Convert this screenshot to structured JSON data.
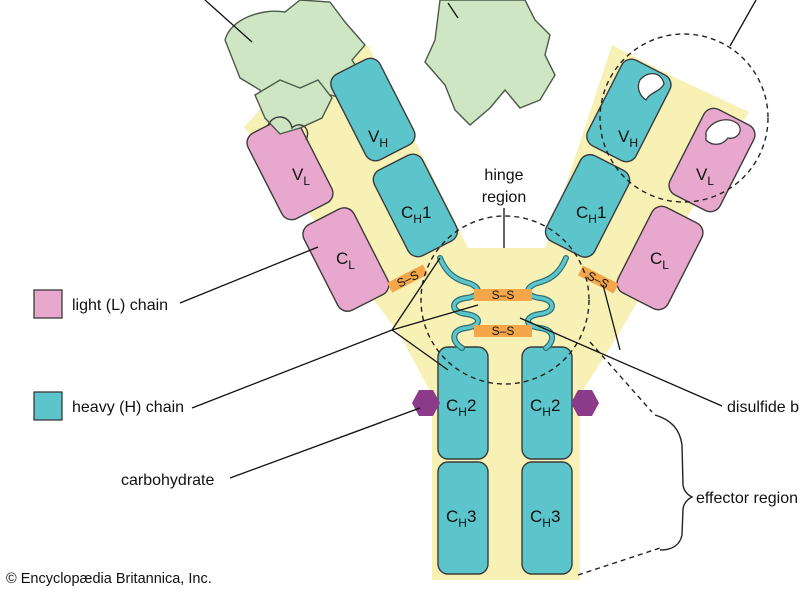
{
  "legend": {
    "light_chain": "light (L) chain",
    "heavy_chain": "heavy (H) chain",
    "carbohydrate": "carbohydrate"
  },
  "callouts": {
    "hinge_line1": "hinge",
    "hinge_line2": "region",
    "disulfide": "disulfide b",
    "effector": "effector region"
  },
  "domains": {
    "VH_main": "V",
    "VH_sub": "H",
    "VL_main": "V",
    "VL_sub": "L",
    "CL_main": "C",
    "CL_sub": "L",
    "CH1_main": "C",
    "CH1_sub": "H",
    "CH1_num": "1",
    "CH2_main": "C",
    "CH2_sub": "H",
    "CH2_num": "2",
    "CH3_main": "C",
    "CH3_sub": "H",
    "CH3_num": "3"
  },
  "bond_label": "S–S",
  "credit": "© Encyclopædia Britannica, Inc.",
  "colors": {
    "background_shape": "#f8f1b6",
    "light_chain": "#e8a7cc",
    "heavy_chain": "#5cc5cb",
    "antigen": "#cfe6c4",
    "carbohydrate": "#8c3a8a",
    "disulfide": "#f3a64a"
  }
}
